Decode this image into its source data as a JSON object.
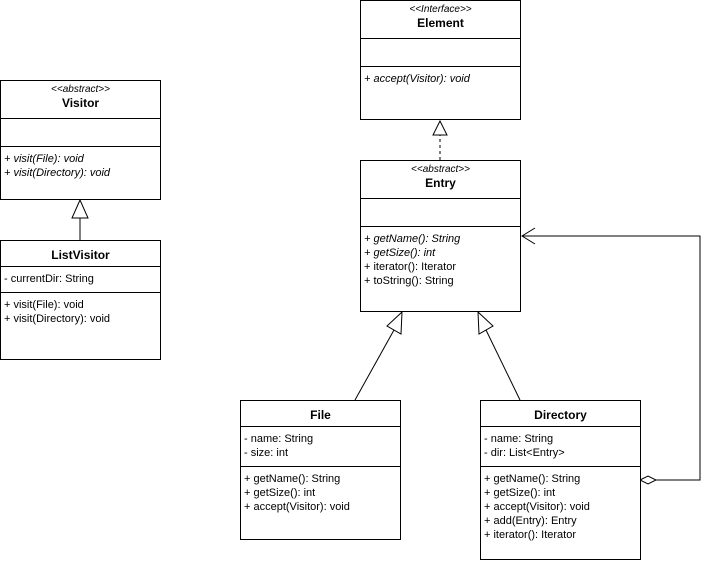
{
  "classes": {
    "element": {
      "stereotype": "<<Interface>>",
      "name": "Element",
      "attributes": [],
      "methods": [
        {
          "text": "+ accept(Visitor): void",
          "italic": true
        }
      ]
    },
    "visitor": {
      "stereotype": "<<abstract>>",
      "name": "Visitor",
      "attributes": [],
      "methods": [
        {
          "text": "+ visit(File): void",
          "italic": true
        },
        {
          "text": "+ visit(Directory): void",
          "italic": true
        }
      ]
    },
    "entry": {
      "stereotype": "<<abstract>>",
      "name": "Entry",
      "attributes": [],
      "methods": [
        {
          "text": "+ getName(): String",
          "italic": true
        },
        {
          "text": "+ getSize(): int",
          "italic": true
        },
        {
          "text": "+ iterator(): Iterator",
          "italic": false
        },
        {
          "text": "+ toString(): String",
          "italic": false
        }
      ]
    },
    "list_visitor": {
      "stereotype": "",
      "name": "ListVisitor",
      "attributes": [
        {
          "text": "- currentDir: String",
          "italic": false
        }
      ],
      "methods": [
        {
          "text": "+ visit(File): void",
          "italic": false
        },
        {
          "text": "+ visit(Directory): void",
          "italic": false
        }
      ]
    },
    "file": {
      "stereotype": "",
      "name": "File",
      "attributes": [
        {
          "text": "- name: String",
          "italic": false
        },
        {
          "text": "- size: int",
          "italic": false
        }
      ],
      "methods": [
        {
          "text": "+ getName(): String",
          "italic": false
        },
        {
          "text": "+ getSize(): int",
          "italic": false
        },
        {
          "text": "+ accept(Visitor): void",
          "italic": false
        }
      ]
    },
    "directory": {
      "stereotype": "",
      "name": "Directory",
      "attributes": [
        {
          "text": "- name: String",
          "italic": false
        },
        {
          "text": "- dir: List<Entry>",
          "italic": false
        }
      ],
      "methods": [
        {
          "text": "+ getName(): String",
          "italic": false
        },
        {
          "text": "+ getSize(): int",
          "italic": false
        },
        {
          "text": "+ accept(Visitor): void",
          "italic": false
        },
        {
          "text": "+ add(Entry): Entry",
          "italic": false
        },
        {
          "text": "+ iterator(): Iterator",
          "italic": false
        }
      ]
    }
  },
  "relations": [
    {
      "from": "entry",
      "to": "element",
      "type": "realization"
    },
    {
      "from": "list_visitor",
      "to": "visitor",
      "type": "generalization"
    },
    {
      "from": "file",
      "to": "entry",
      "type": "generalization"
    },
    {
      "from": "directory",
      "to": "entry",
      "type": "generalization"
    },
    {
      "from": "directory",
      "to": "entry",
      "type": "aggregation"
    }
  ]
}
